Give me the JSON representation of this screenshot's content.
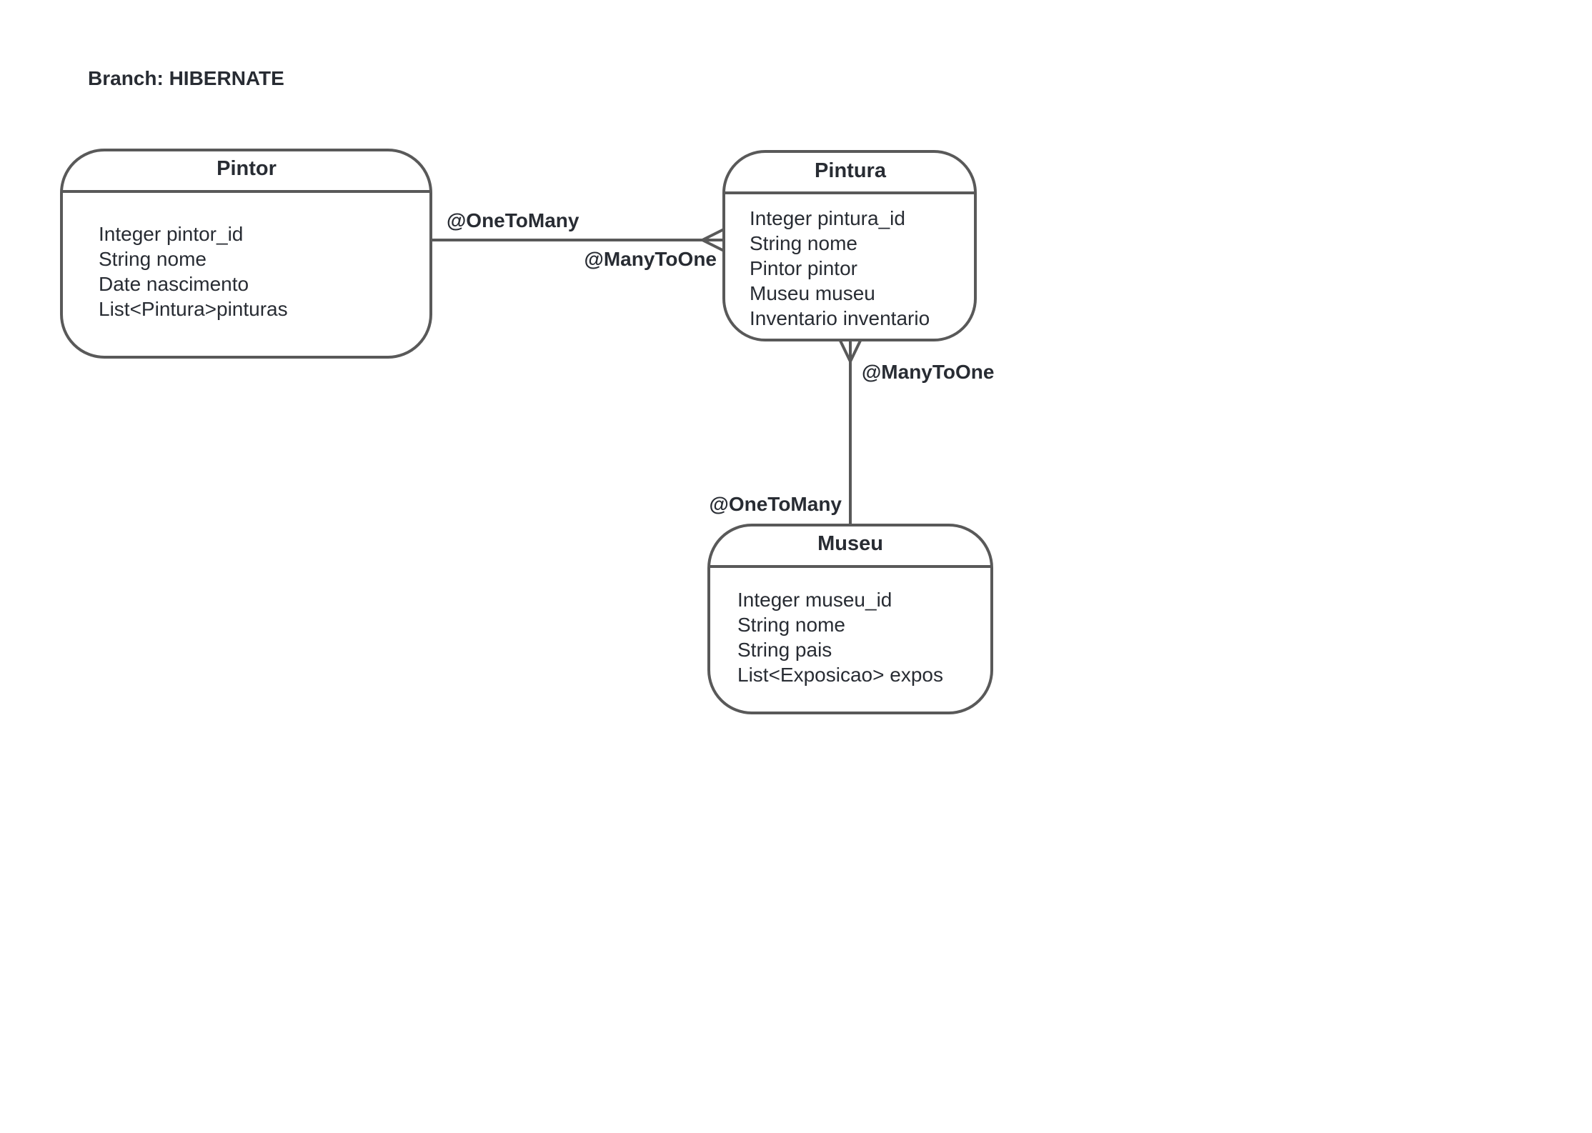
{
  "branch_title": "Branch: HIBERNATE",
  "entities": {
    "pintor": {
      "title": "Pintor",
      "attributes": [
        "Integer pintor_id",
        "String nome",
        "Date nascimento",
        "List<Pintura>pinturas"
      ]
    },
    "pintura": {
      "title": "Pintura",
      "attributes": [
        "Integer pintura_id",
        "String nome",
        "Pintor pintor",
        "Museu museu",
        "Inventario inventario"
      ]
    },
    "museu": {
      "title": "Museu",
      "attributes": [
        "Integer museu_id",
        "String nome",
        "String pais",
        "List<Exposicao> expos"
      ]
    }
  },
  "relations": {
    "pintor_pintura": {
      "source_label": "@OneToMany",
      "target_label": "@ManyToOne"
    },
    "museu_pintura": {
      "pintura_end_label": "@ManyToOne",
      "museu_end_label": "@OneToMany"
    }
  }
}
